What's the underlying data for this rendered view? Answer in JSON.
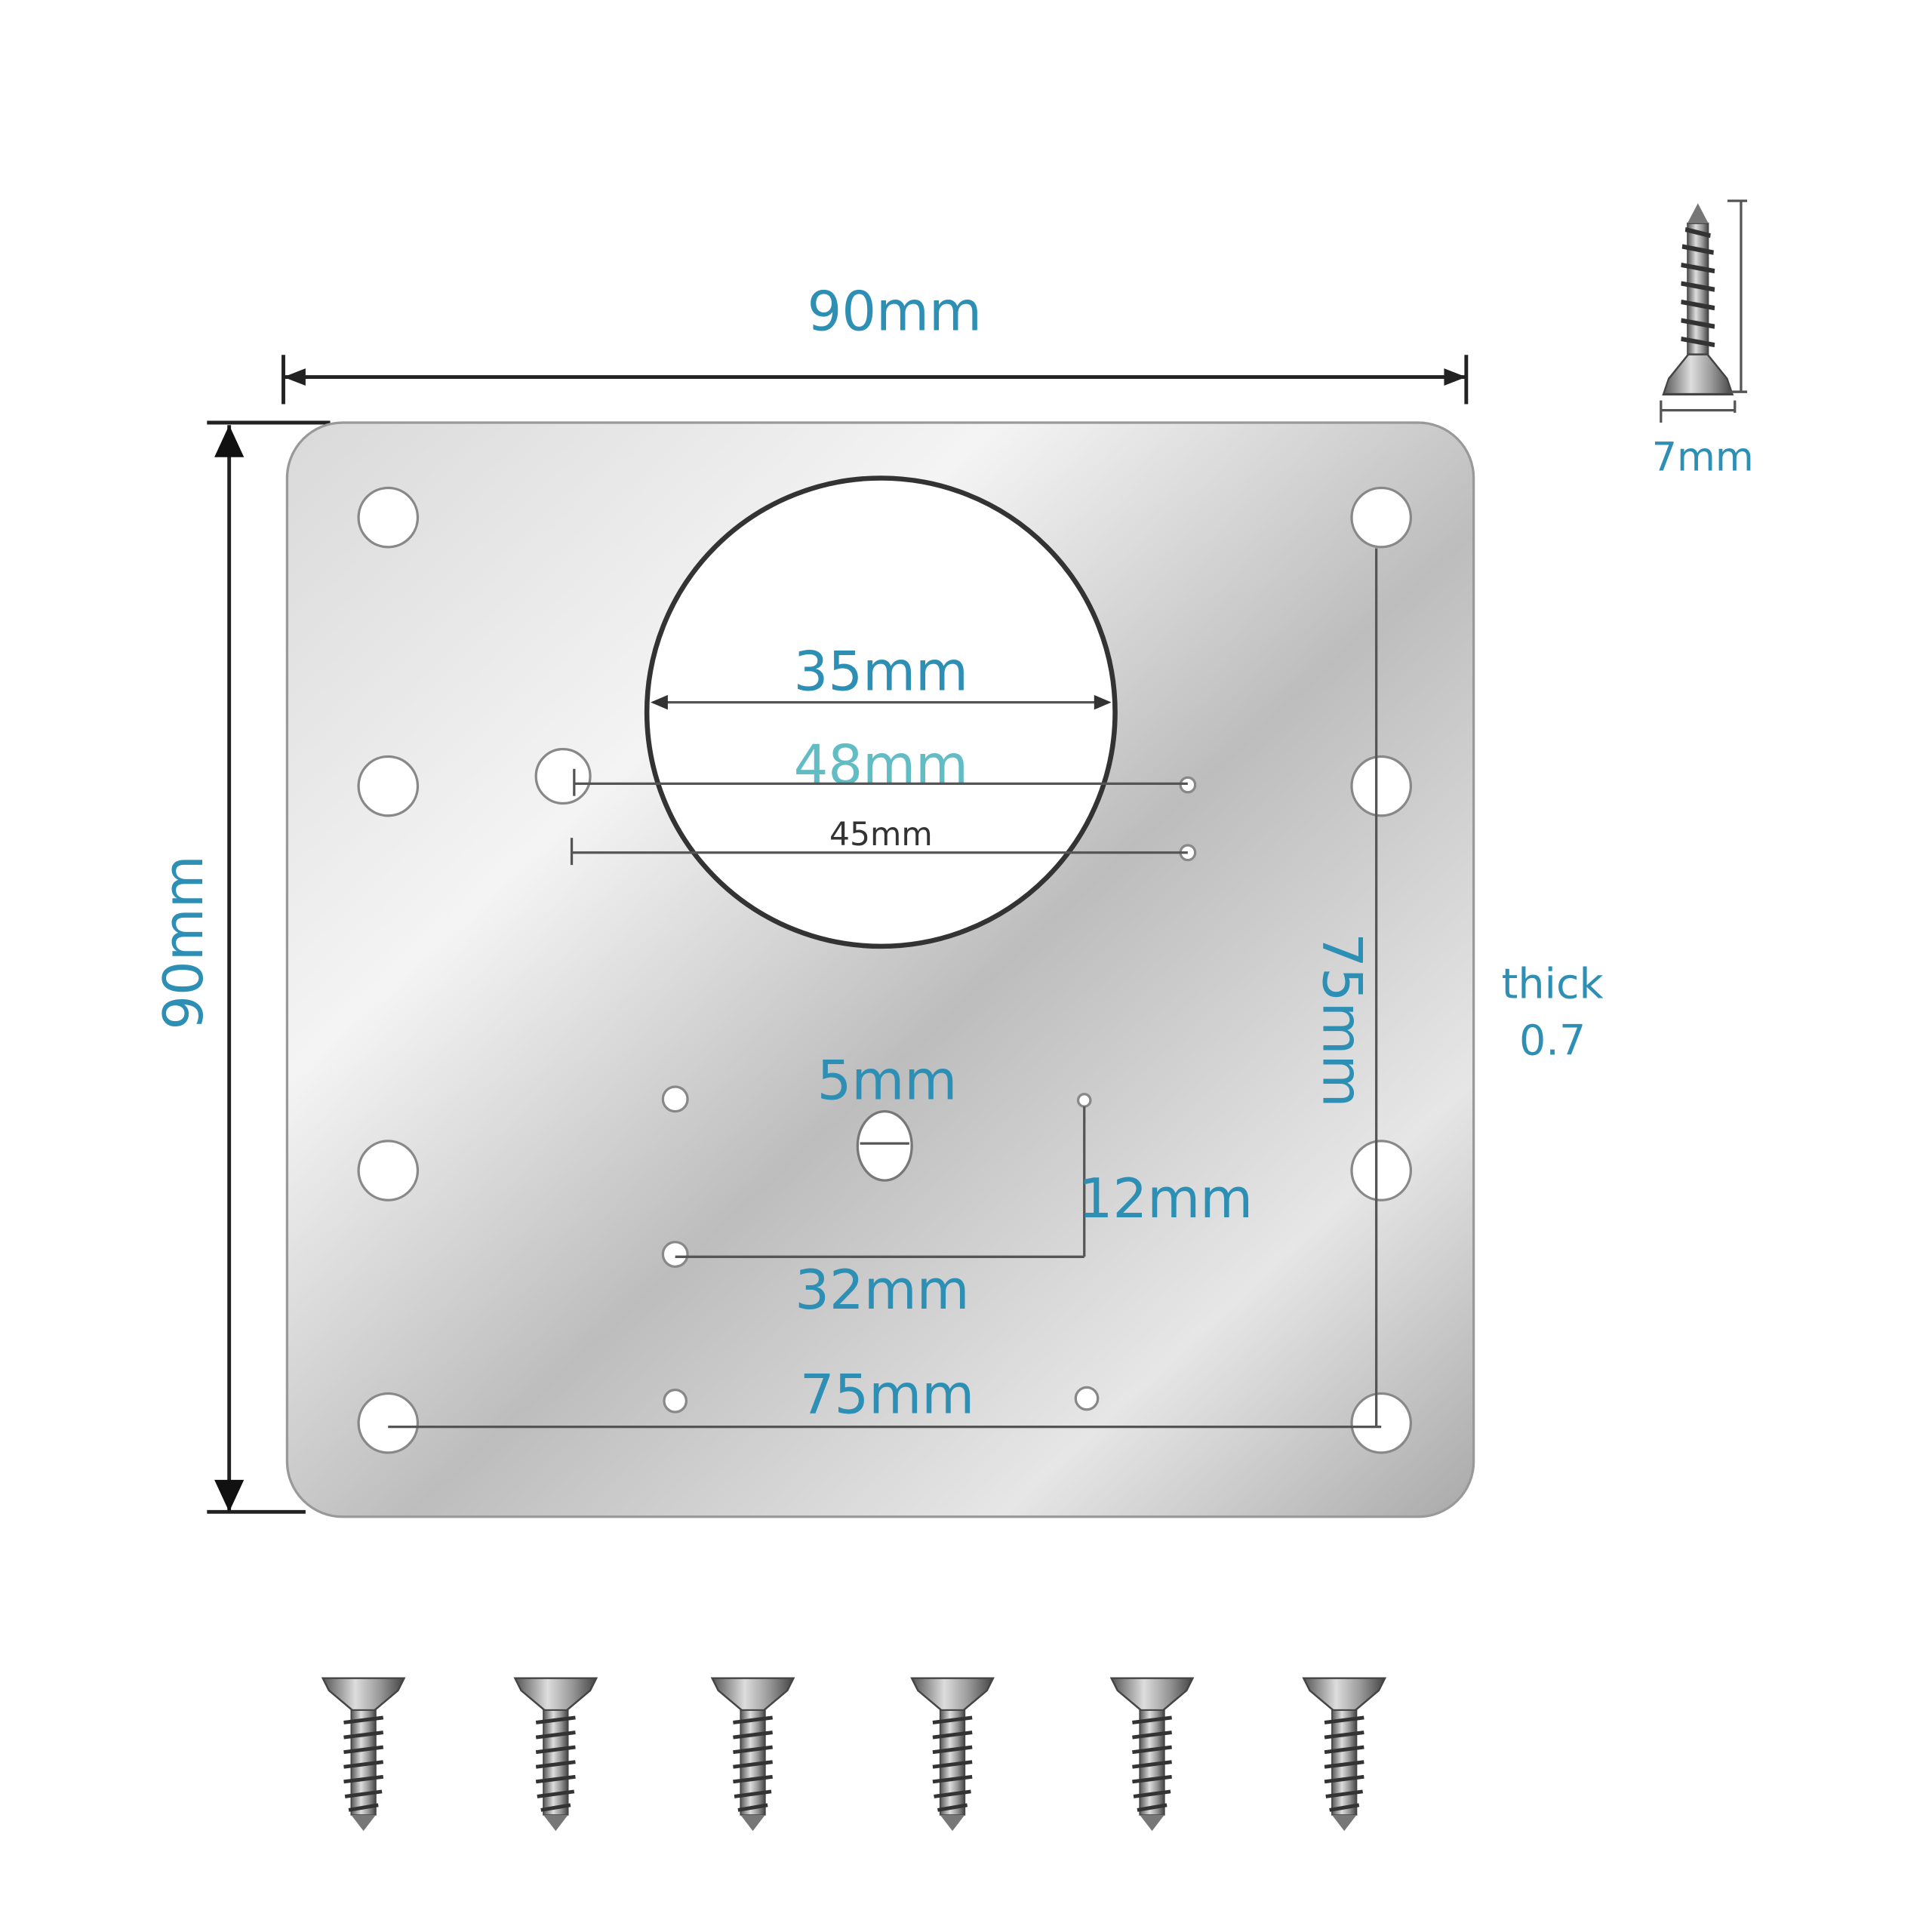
{
  "labels": {
    "overall_width": "90mm",
    "overall_height": "90mm",
    "cup_diameter": "35mm",
    "hole_spacing_48": "48mm",
    "hole_spacing_45": "45mm",
    "slot_width": "5mm",
    "vertical_spacing_12": "12mm",
    "horizontal_spacing_32": "32mm",
    "corner_spacing_horizontal": "75mm",
    "corner_spacing_vertical": "75mm",
    "thickness_label": "thick",
    "thickness_value": "0.7",
    "screw_head_width": "7mm"
  },
  "screw_count": 6,
  "colors": {
    "accent": "#2e8fb5",
    "accent_light": "#62bcc4",
    "plate": "#c8c8c8"
  }
}
